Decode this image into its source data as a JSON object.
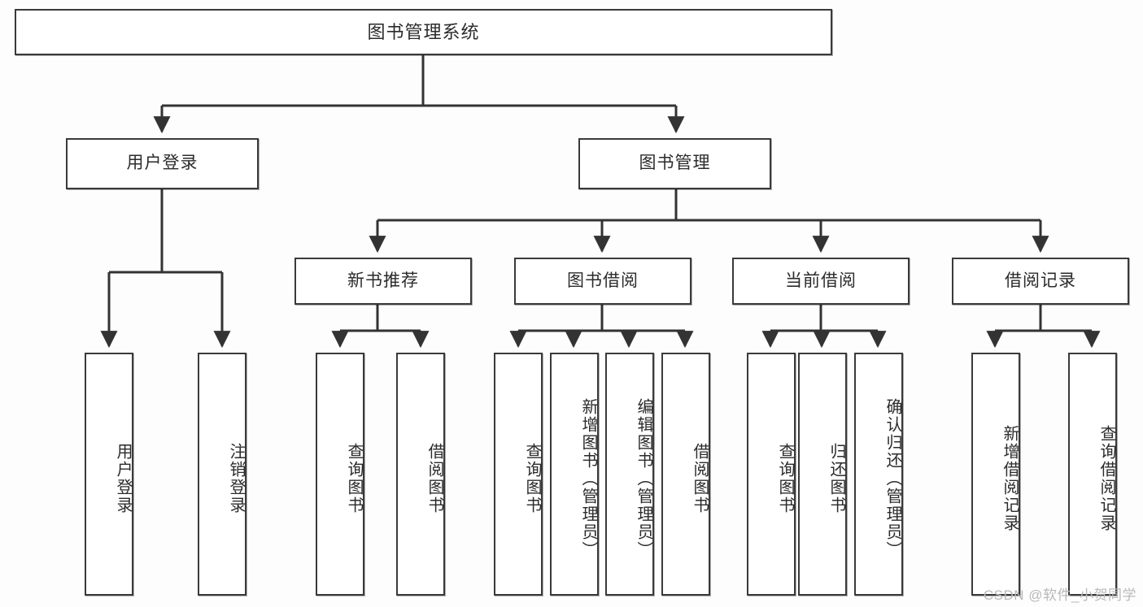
{
  "diagram": {
    "title": "图书管理系统",
    "type": "functional-structure-tree",
    "watermark": "CSDN @软件_小贺同学",
    "colors": {
      "background": "#fdfdfd",
      "node_fill": "#ffffff",
      "node_border": "#3a3a3a",
      "edge": "#333333",
      "text": "#2b2b2b",
      "watermark": "#b9b9b9"
    },
    "nodes": {
      "root": {
        "label": "图书管理系统"
      },
      "level2": [
        {
          "id": "user-login",
          "label": "用户登录"
        },
        {
          "id": "book-manage",
          "label": "图书管理"
        }
      ],
      "level3": [
        {
          "id": "new-book-recommend",
          "label": "新书推荐"
        },
        {
          "id": "book-borrow",
          "label": "图书借阅"
        },
        {
          "id": "current-borrow",
          "label": "当前借阅"
        },
        {
          "id": "borrow-record",
          "label": "借阅记录"
        }
      ],
      "leaves": {
        "user_login": [
          {
            "id": "leaf-user-login",
            "label": "用户登录"
          },
          {
            "id": "leaf-logout-login",
            "label": "注销登录"
          }
        ],
        "new_book_recommend": [
          {
            "id": "leaf-query-book-1",
            "label": "查询图书"
          },
          {
            "id": "leaf-borrow-book-1",
            "label": "借阅图书"
          }
        ],
        "book_borrow": [
          {
            "id": "leaf-query-book-2",
            "label": "查询图书"
          },
          {
            "id": "leaf-add-book",
            "label": "新增图书（管理员）"
          },
          {
            "id": "leaf-edit-book",
            "label": "编辑图书（管理员）"
          },
          {
            "id": "leaf-borrow-book-2",
            "label": "借阅图书"
          }
        ],
        "current_borrow": [
          {
            "id": "leaf-query-book-3",
            "label": "查询图书"
          },
          {
            "id": "leaf-return-book",
            "label": "归还图书"
          },
          {
            "id": "leaf-confirm-return",
            "label": "确认归还（管理员）"
          }
        ],
        "borrow_record": [
          {
            "id": "leaf-add-borrow-record",
            "label": "新增借阅记录"
          },
          {
            "id": "leaf-query-borrow-record",
            "label": "查询借阅记录"
          }
        ]
      }
    }
  }
}
